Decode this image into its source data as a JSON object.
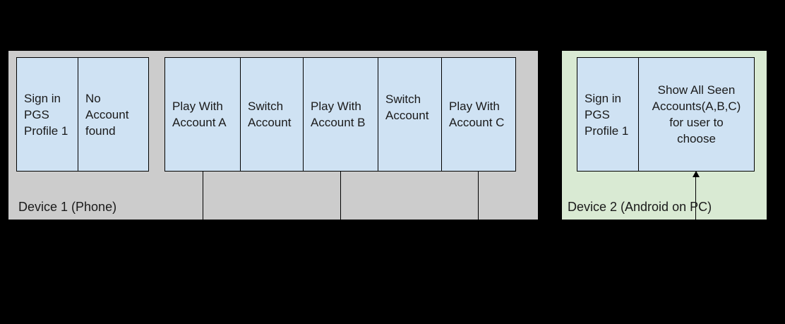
{
  "palette": {
    "background": "#000000",
    "device1_fill": "#cccccc",
    "device2_fill": "#d9ead3",
    "box_fill": "#cfe2f3",
    "box_border": "#000000",
    "text": "#1a1a1a"
  },
  "device1": {
    "label": "Device 1 (Phone)",
    "boxes": [
      {
        "name": "sign-in-pgs-profile-1",
        "lines": [
          "Sign in",
          "PGS",
          "Profile 1"
        ]
      },
      {
        "name": "no-account-found",
        "lines": [
          "No",
          "Account",
          "found"
        ]
      },
      {
        "name": "play-with-account-a",
        "lines": [
          "Play With",
          "Account A"
        ]
      },
      {
        "name": "switch-account-1",
        "lines": [
          "Switch",
          "Account"
        ]
      },
      {
        "name": "play-with-account-b",
        "lines": [
          "Play With",
          "Account B"
        ]
      },
      {
        "name": "switch-account-2",
        "lines": [
          "Switch",
          "Account"
        ]
      },
      {
        "name": "play-with-account-c",
        "lines": [
          "Play With",
          "Account C"
        ]
      }
    ]
  },
  "device2": {
    "label": "Device 2 (Android on PC)",
    "boxes": [
      {
        "name": "sign-in-pgs-profile-1",
        "lines": [
          "Sign in",
          "PGS",
          "Profile 1"
        ]
      },
      {
        "name": "show-all-seen-accounts",
        "lines": [
          "Show All Seen",
          "Accounts(A,B,C)",
          "for user to",
          "choose"
        ]
      }
    ]
  }
}
